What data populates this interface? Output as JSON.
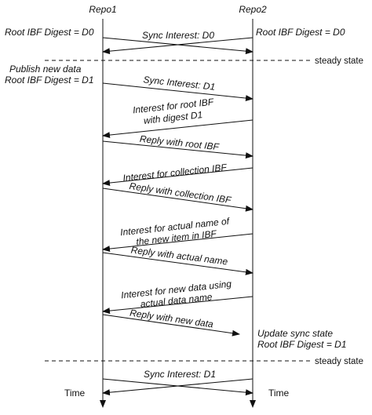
{
  "actors": {
    "repo1": "Repo1",
    "repo2": "Repo2"
  },
  "labels": {
    "repo1_digest_d0": "Root IBF Digest = D0",
    "repo2_digest_d0": "Root IBF Digest = D0",
    "publish_line1": "Publish new data",
    "publish_line2": "Root IBF Digest = D1",
    "update_line1": "Update sync state",
    "update_line2": "Root IBF Digest = D1",
    "steady_state_1": "steady state",
    "steady_state_2": "steady state",
    "time_left": "Time",
    "time_right": "Time"
  },
  "messages": [
    {
      "lines": [
        "Sync Interest: D0"
      ]
    },
    {
      "lines": [
        "Sync Interest: D1"
      ]
    },
    {
      "lines": [
        "Interest for root IBF",
        "with digest D1"
      ]
    },
    {
      "lines": [
        "Reply with root IBF"
      ]
    },
    {
      "lines": [
        "Interest for collection IBF"
      ]
    },
    {
      "lines": [
        "Reply with collection IBF"
      ]
    },
    {
      "lines": [
        "Interest for actual name of",
        "the new item in IBF"
      ]
    },
    {
      "lines": [
        "Reply with actual name"
      ]
    },
    {
      "lines": [
        "Interest for new data using",
        "actual data name"
      ]
    },
    {
      "lines": [
        "Reply with new data"
      ]
    },
    {
      "lines": [
        "Sync Interest: D1"
      ]
    }
  ]
}
